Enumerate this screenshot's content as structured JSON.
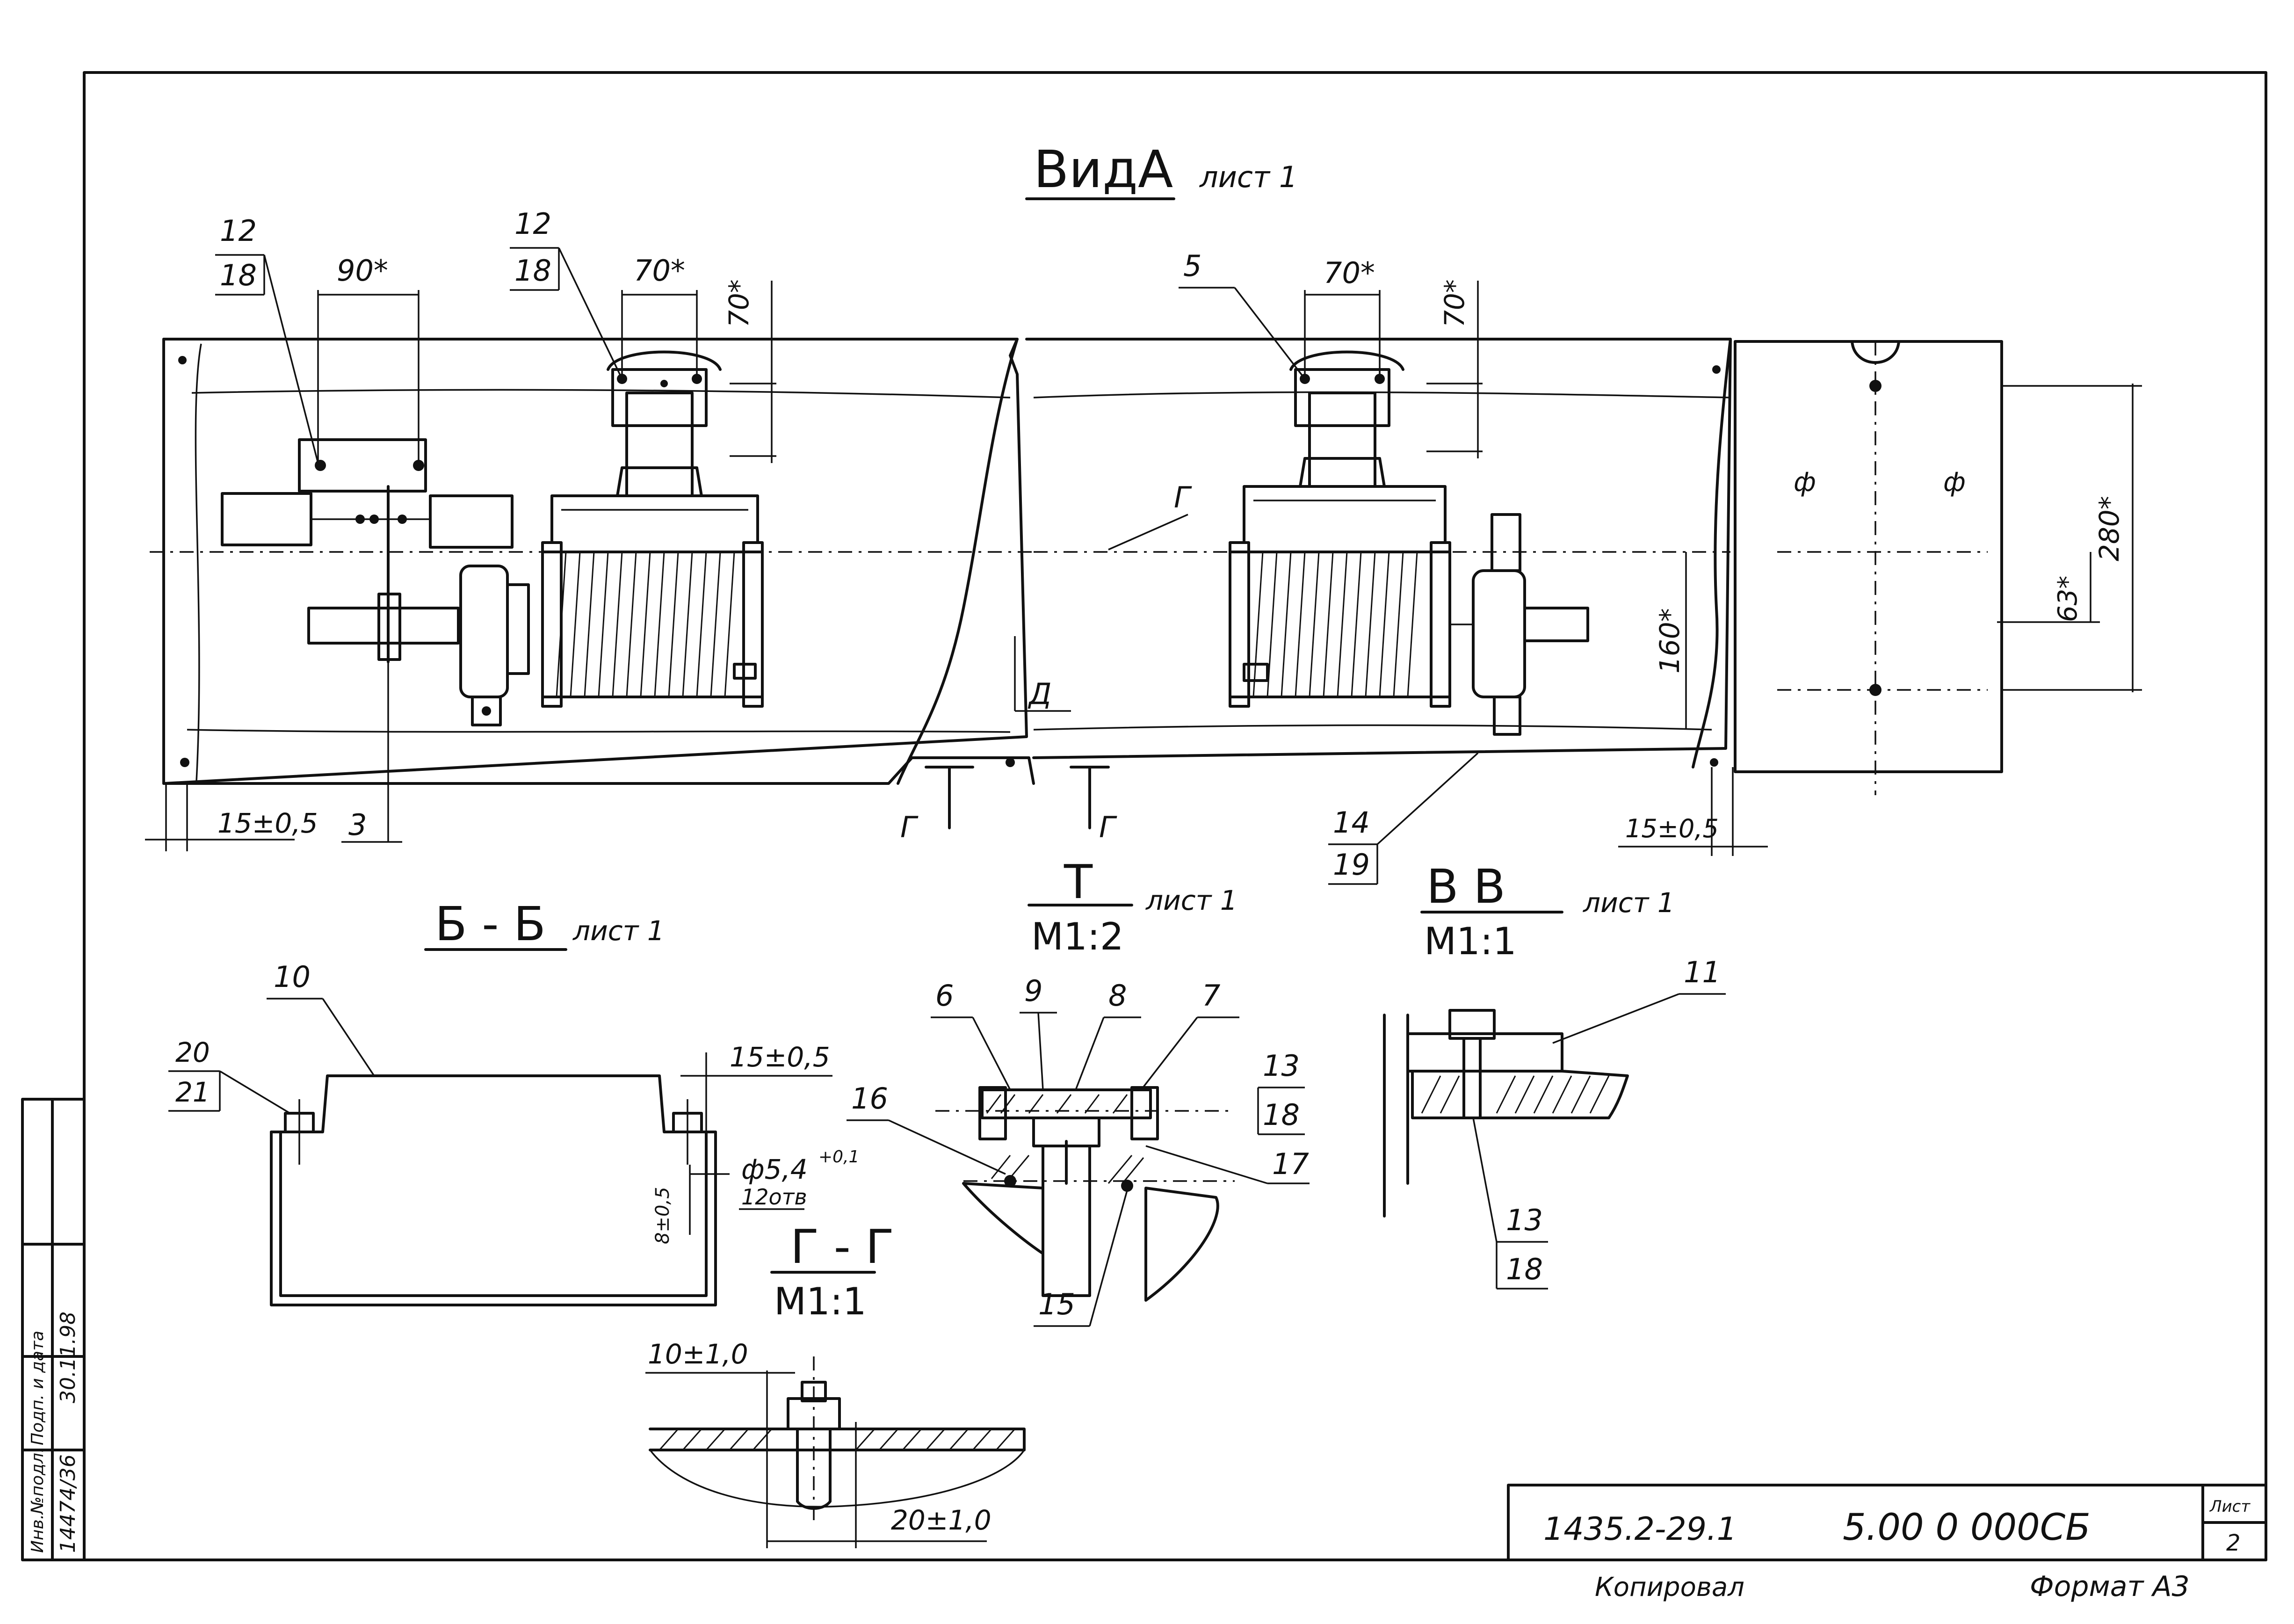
{
  "views": {
    "view_a": {
      "title": "ВидА",
      "sheet": "лист 1"
    },
    "section_b": {
      "title": "Б - Б",
      "sheet": "лист 1"
    },
    "section_t": {
      "title": "Т",
      "scale": "М1:2",
      "sheet": "лист 1"
    },
    "section_v": {
      "title": "В  В",
      "scale": "М1:1",
      "sheet": "лист 1"
    },
    "section_g": {
      "title": "Г - Г",
      "scale": "М1:1"
    }
  },
  "callouts": {
    "c12a": "12",
    "c18a": "18",
    "c12b": "12",
    "c18b": "18",
    "c5": "5",
    "c3": "3",
    "c14": "14",
    "c19": "19",
    "c10": "10",
    "c20": "20",
    "c21": "21",
    "c6": "6",
    "c9": "9",
    "c8": "8",
    "c7": "7",
    "c13a": "13",
    "c18c": "18",
    "c16": "16",
    "c17": "17",
    "c15": "15",
    "c11": "11",
    "c13b": "13",
    "c18d": "18"
  },
  "dimensions": {
    "d90": "90*",
    "d70a": "70*",
    "d70v1": "70*",
    "d70b": "70*",
    "d70v2": "70*",
    "d160": "160*",
    "d280": "280*",
    "d63": "63*",
    "d15a": "15±0,5",
    "d15b": "15±0,5",
    "d15c": "15±0,5",
    "hole": "ф5,4",
    "hole_tol": "+0,1",
    "hole_count": "12отв",
    "d8": "8±0,5",
    "d10": "10±1,0",
    "d20": "20±1,0"
  },
  "markers": {
    "g1": "Г",
    "g2": "Г",
    "g3": "Г",
    "d": "Д",
    "f1": "ф",
    "f2": "ф"
  },
  "title_block": {
    "doc_code": "1435.2-29.1",
    "doc_number": "5.00 0 000СБ",
    "sheet_label": "Лист",
    "sheet_no": "2",
    "copied": "Копировал",
    "format": "Формат А3"
  },
  "side_stamp": {
    "inv_label": "Инв.№подл.",
    "inv_value": "14474/36",
    "sign_label": "Подп. и дата",
    "sign_value": "30.11.98"
  }
}
